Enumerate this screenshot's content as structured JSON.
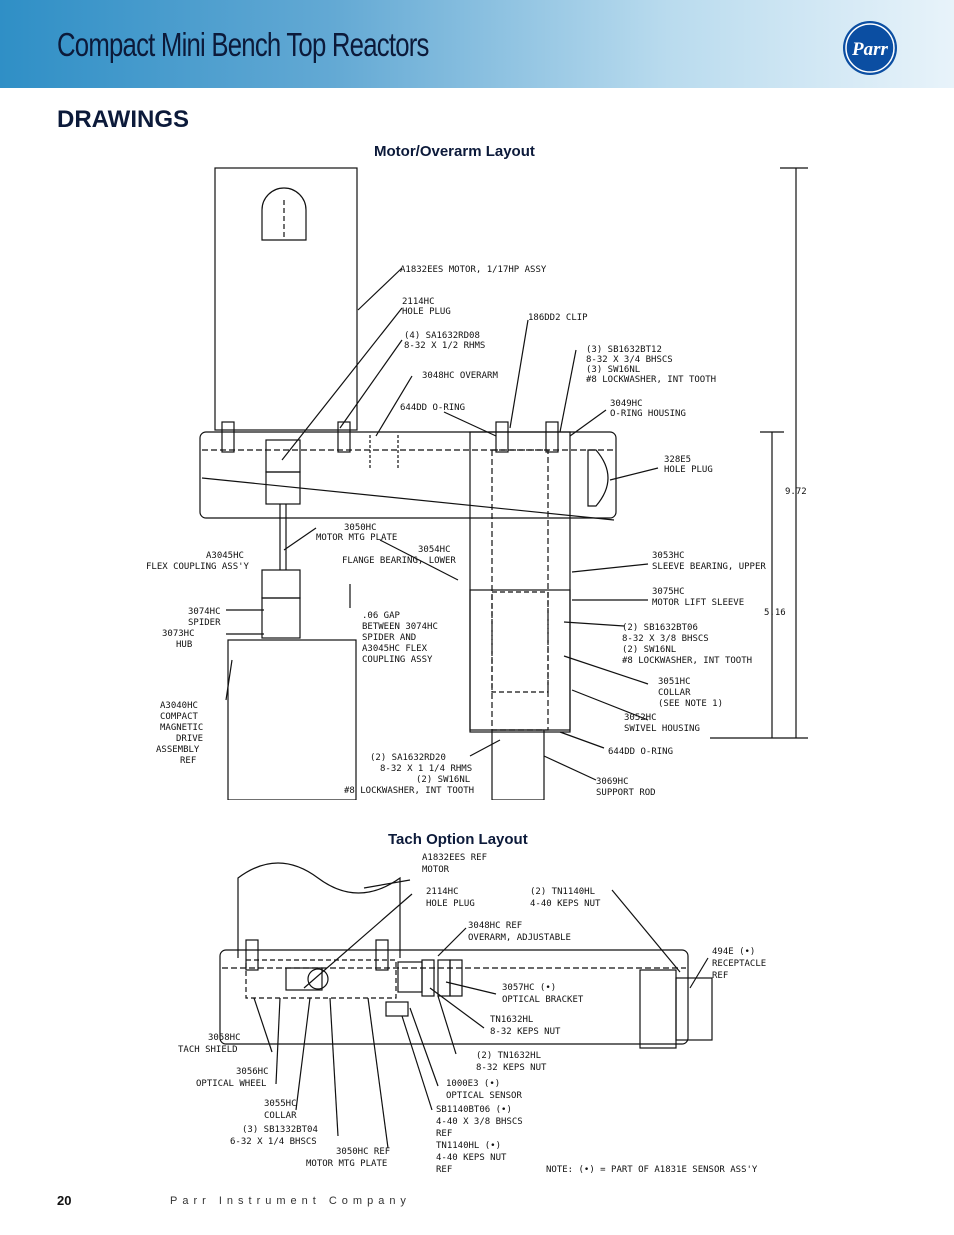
{
  "header": {
    "title": "Compact Mini Bench Top Reactors",
    "logo_text": "Parr",
    "band_color": "#2f8fc6"
  },
  "section_heading": "DRAWINGS",
  "fig1": {
    "title": "Motor/Overarm Layout",
    "dims": {
      "overall": "9.72",
      "lower": "5.16"
    },
    "labels": {
      "motor": "A1832EES MOTOR, 1/17HP ASSY",
      "hole_plug_1": "2114HC",
      "hole_plug_2": "HOLE PLUG",
      "rhms_1": "(4) SA1632RD08",
      "rhms_2": "8-32 X 1/2 RHMS",
      "overarm": "3048HC OVERARM",
      "oring_top": "644DD O-RING",
      "clip": "186DD2 CLIP",
      "bhscs_1": "(3) SB1632BT12",
      "bhscs_2": "8-32 X 3/4 BHSCS",
      "bhscs_3": "(3) SW16NL",
      "bhscs_4": "#8 LOCKWASHER, INT TOOTH",
      "oring_housing_1": "3049HC",
      "oring_housing_2": "O-RING HOUSING",
      "hole_plug2_1": "328E5",
      "hole_plug2_2": "HOLE PLUG",
      "mtg_plate_1": "3050HC",
      "mtg_plate_2": "MOTOR MTG PLATE",
      "flex_1": "A3045HC",
      "flex_2": "FLEX COUPLING ASS'Y",
      "flange_1": "3054HC",
      "flange_2": "FLANGE BEARING, LOWER",
      "sleeve_bearing_1": "3053HC",
      "sleeve_bearing_2": "SLEEVE BEARING, UPPER",
      "lift_1": "3075HC",
      "lift_2": "MOTOR LIFT SLEEVE",
      "spider_1": "3074HC",
      "spider_2": "SPIDER",
      "hub_1": "3073HC",
      "hub_2": "HUB",
      "gap_1": ".06 GAP",
      "gap_2": "BETWEEN 3074HC",
      "gap_3": "SPIDER AND",
      "gap_4": "A3045HC FLEX",
      "gap_5": "COUPLING ASSY",
      "bt06_1": "(2) SB1632BT06",
      "bt06_2": "8-32 X 3/8 BHSCS",
      "bt06_3": "(2) SW16NL",
      "bt06_4": "#8 LOCKWASHER, INT TOOTH",
      "collar_1": "3051HC",
      "collar_2": "COLLAR",
      "collar_3": "(SEE NOTE 1)",
      "swivel_1": "3052HC",
      "swivel_2": "SWIVEL HOUSING",
      "drive_1": "A3040HC",
      "drive_2": "COMPACT",
      "drive_3": "MAGNETIC",
      "drive_4": "DRIVE",
      "drive_5": "ASSEMBLY",
      "drive_6": "REF",
      "oring_bottom": "644DD O-RING",
      "rd20_1": "(2) SA1632RD20",
      "rd20_2": "8-32 X 1 1/4 RHMS",
      "rd20_3": "(2) SW16NL",
      "rd20_4": "#8 LOCKWASHER, INT TOOTH",
      "rod_1": "3069HC",
      "rod_2": "SUPPORT ROD"
    }
  },
  "fig2": {
    "title": "Tach Option Layout",
    "labels": {
      "motor_1": "A1832EES REF",
      "motor_2": "MOTOR",
      "plug_1": "2114HC",
      "plug_2": "HOLE PLUG",
      "nut_1": "(2) TN1140HL",
      "nut_2": "4-40 KEPS NUT",
      "overarm_1": "3048HC REF",
      "overarm_2": "OVERARM, ADJUSTABLE",
      "recept_1": "494E (•)",
      "recept_2": "RECEPTACLE",
      "recept_3": "REF",
      "bracket_1": "3057HC (•)",
      "bracket_2": "OPTICAL BRACKET",
      "tn1632_1": "TN1632HL",
      "tn1632_2": "8-32 KEPS NUT",
      "shield_1": "3058HC",
      "shield_2": "TACH SHIELD",
      "tn2_1": "(2) TN1632HL",
      "tn2_2": "8-32 KEPS NUT",
      "wheel_1": "3056HC",
      "wheel_2": "OPTICAL WHEEL",
      "sensor_1": "1000E3 (•)",
      "sensor_2": "OPTICAL SENSOR",
      "collar_1": "3055HC",
      "collar_2": "COLLAR",
      "sb1140_1": "SB1140BT06 (•)",
      "sb1140_2": "4-40 X 3/8 BHSCS",
      "sb1140_3": "REF",
      "sb1140_4": "TN1140HL (•)",
      "sb1140_5": "4-40 KEPS NUT",
      "sb1140_6": "REF",
      "sb1332_1": "(3) SB1332BT04",
      "sb1332_2": "6-32 X 1/4 BHSCS",
      "plate_1": "3050HC REF",
      "plate_2": "MOTOR MTG PLATE",
      "note": "NOTE: (•) = PART OF A1831E SENSOR ASS'Y"
    }
  },
  "footer": {
    "page_number": "20",
    "company": "Parr Instrument Company"
  }
}
